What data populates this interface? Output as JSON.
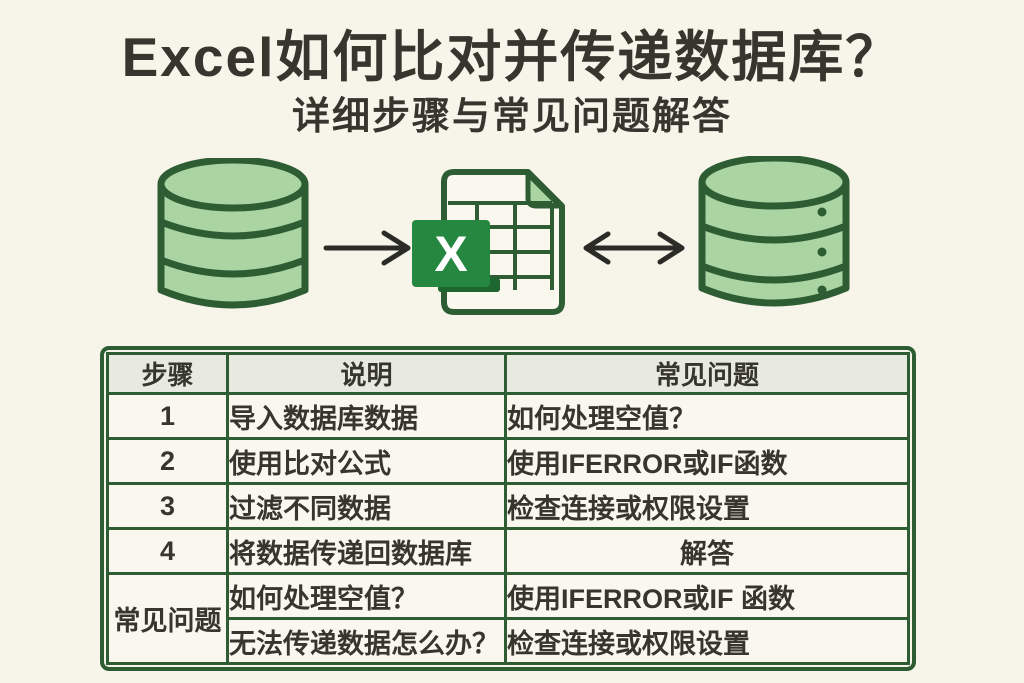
{
  "title": "Excel如何比对并传递数据库？",
  "subtitle": "详细步骤与常见问题解答",
  "diagram": {
    "left_icon": "database-icon",
    "center_icon": "excel-file-icon",
    "right_icon": "database-icon",
    "arrow1": "arrow-right-icon",
    "arrow2": "double-arrow-icon",
    "excel_letter": "X"
  },
  "table": {
    "headers": [
      "步骤",
      "说明",
      "常见问题"
    ],
    "faq_group_label": "常见问题",
    "rows": [
      {
        "step": "1",
        "desc": "导入数据库数据",
        "faq": "如何处理空值？"
      },
      {
        "step": "2",
        "desc": "使用比对公式",
        "faq": "使用IFERROR或IF函数"
      },
      {
        "step": "3",
        "desc": "过滤不同数据",
        "faq": "检查连接或权限设置"
      },
      {
        "step": "4",
        "desc": "将数据传递回数据库",
        "faq": "解答"
      },
      {
        "desc": "如何处理空值？",
        "faq": "使用IFERROR或IF 函数"
      },
      {
        "desc": "无法传递数据怎么办？",
        "faq": "检查连接或权限设置"
      }
    ]
  },
  "colors": {
    "bg": "#f7f4e9",
    "text": "#36362f",
    "border-green": "#2e5d34",
    "fill-green": "#aad5a3",
    "excel-green": "#268741",
    "excel-dark": "#1d6630",
    "header-bg": "#e9eadf",
    "cell-bg": "#faf8ee",
    "arrow": "#2b2b28"
  }
}
